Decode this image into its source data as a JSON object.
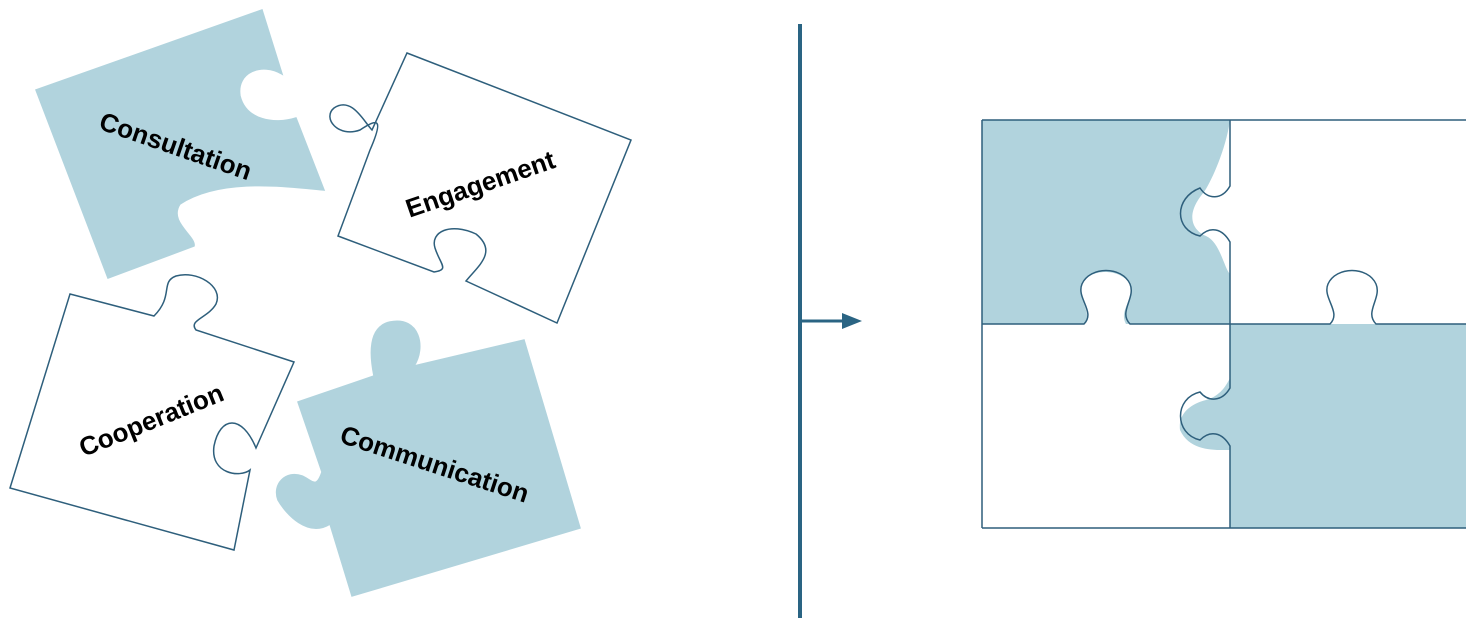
{
  "colors": {
    "piece_fill": "#b1d3dd",
    "empty_fill": "#ffffff",
    "outline": "#2e5f7c",
    "divider": "#2a6483"
  },
  "scattered_pieces": [
    {
      "label": "Consultation",
      "filled": true
    },
    {
      "label": "Engagement",
      "filled": false
    },
    {
      "label": "Cooperation",
      "filled": false
    },
    {
      "label": "Communication",
      "filled": true
    }
  ],
  "assembled_pieces": [
    {
      "filled": true
    },
    {
      "filled": false
    },
    {
      "filled": false
    },
    {
      "filled": true
    }
  ],
  "arrow_icon": "right-arrow-icon"
}
